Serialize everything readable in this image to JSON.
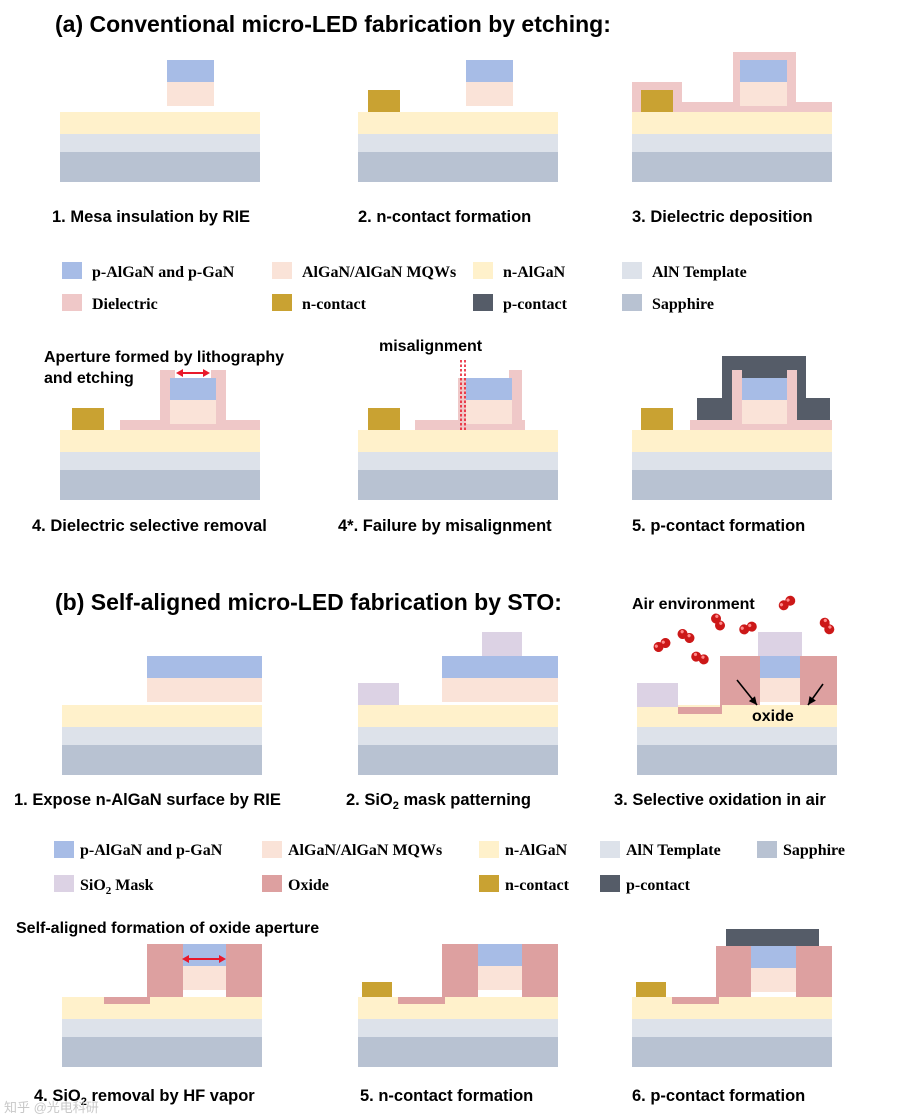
{
  "colors": {
    "p_gan": "#a7bce6",
    "mqw": "#fae3d8",
    "n_algan": "#fff1cb",
    "aln": "#dde2ea",
    "sapphire": "#b8c2d2",
    "dielectric": "#efc8c8",
    "n_contact": "#c9a232",
    "p_contact": "#555c68",
    "sio2": "#dcd2e4",
    "oxide": "#dda0a0",
    "arrow_red": "#e8192c",
    "molecule": "#cc1818"
  },
  "section_a": {
    "title": "(a) Conventional micro-LED fabrication by etching:",
    "steps": {
      "s1": "1. Mesa insulation by RIE",
      "s2": "2. n-contact formation",
      "s3": "3. Dielectric deposition",
      "s4": "4. Dielectric selective removal",
      "s4b": "4*. Failure by misalignment",
      "s5": "5. p-contact formation"
    },
    "notes": {
      "aperture_line1": "Aperture formed by lithography",
      "aperture_line2": "and etching",
      "misalignment": "misalignment"
    },
    "legend": {
      "p_gan": "p-AlGaN and p-GaN",
      "mqw": "AlGaN/AlGaN MQWs",
      "n_algan": "n-AlGaN",
      "aln": "AlN Template",
      "dielectric": "Dielectric",
      "n_contact": "n-contact",
      "p_contact": "p-contact",
      "sapphire": "Sapphire"
    }
  },
  "section_b": {
    "title": "(b) Self-aligned micro-LED fabrication by STO:",
    "steps": {
      "s1": "1. Expose n-AlGaN surface by RIE",
      "s2_pre": "2. SiO",
      "s2_sub": "2",
      "s2_post": " mask patterning",
      "s3": "3. Selective oxidation in air",
      "s4_pre": "4. SiO",
      "s4_sub": "2",
      "s4_post": " removal by HF vapor",
      "s5": "5. n-contact formation",
      "s6": "6. p-contact formation"
    },
    "notes": {
      "air": "Air environment",
      "oxide": "oxide",
      "self_aligned": "Self-aligned formation of oxide aperture"
    },
    "legend": {
      "p_gan": "p-AlGaN and p-GaN",
      "mqw": "AlGaN/AlGaN MQWs",
      "n_algan": "n-AlGaN",
      "aln": "AlN Template",
      "sapphire": "Sapphire",
      "sio2_pre": "SiO",
      "sio2_sub": "2",
      "sio2_post": " Mask",
      "oxide": "Oxide",
      "n_contact": "n-contact",
      "p_contact": "p-contact"
    }
  },
  "watermark": "知乎 @光电科研"
}
